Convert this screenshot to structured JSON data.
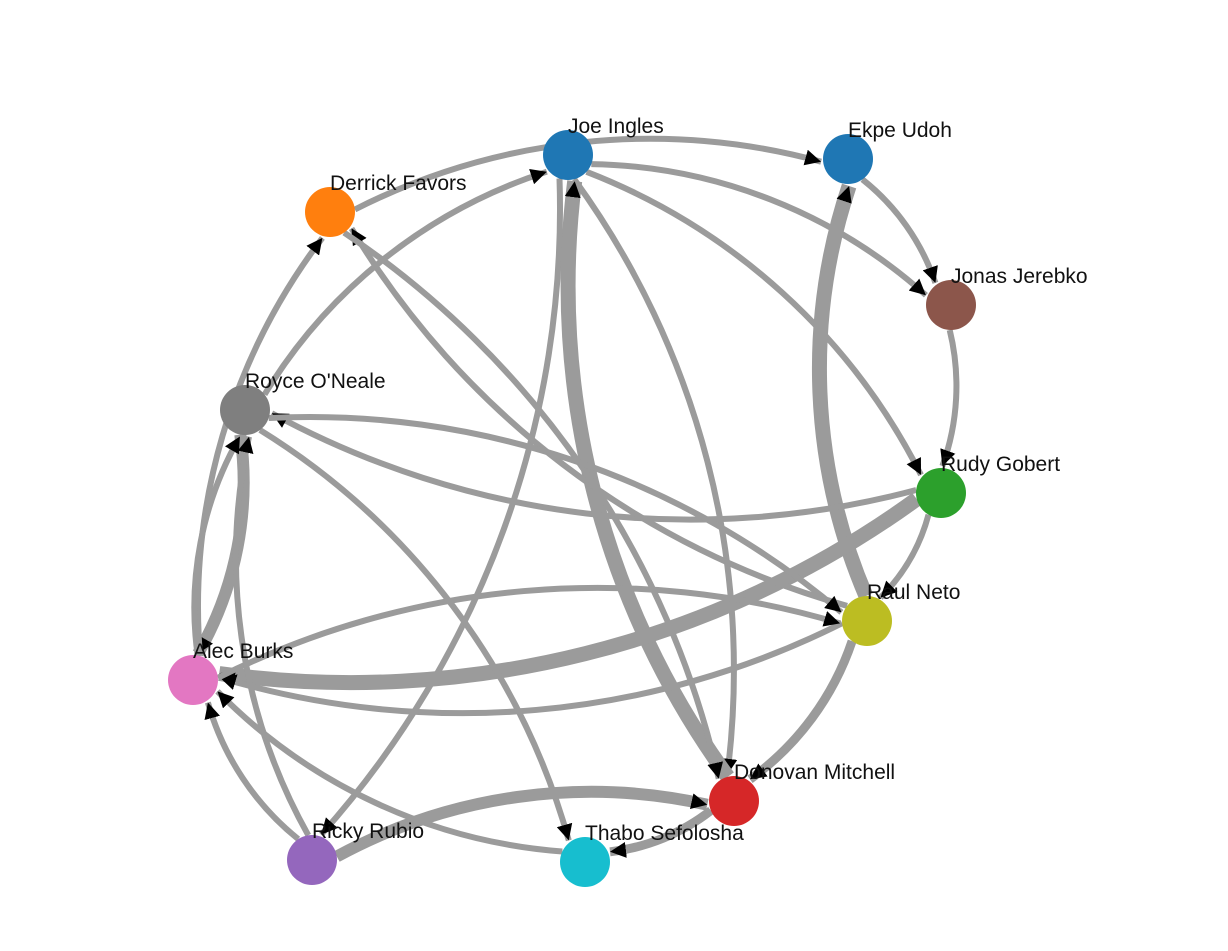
{
  "diagram": {
    "type": "directed-network",
    "edge_color": "#9b9b9b",
    "arrow_color": "#000000",
    "nodes": [
      {
        "id": "joe",
        "label": "Joe Ingles",
        "color": "#1f77b4"
      },
      {
        "id": "ekpe",
        "label": "Ekpe Udoh",
        "color": "#1f77b4"
      },
      {
        "id": "derrick",
        "label": "Derrick Favors",
        "color": "#ff7f0e"
      },
      {
        "id": "jonas",
        "label": "Jonas Jerebko",
        "color": "#8c564b"
      },
      {
        "id": "royce",
        "label": "Royce O'Neale",
        "color": "#7f7f7f"
      },
      {
        "id": "rudy",
        "label": "Rudy Gobert",
        "color": "#2ca02c"
      },
      {
        "id": "raul",
        "label": "Raul Neto",
        "color": "#bcbd22"
      },
      {
        "id": "alec",
        "label": "Alec Burks",
        "color": "#e377c2"
      },
      {
        "id": "donovan",
        "label": "Donovan Mitchell",
        "color": "#d62728"
      },
      {
        "id": "ricky",
        "label": "Ricky Rubio",
        "color": "#9467bd"
      },
      {
        "id": "thabo",
        "label": "Thabo Sefolosha",
        "color": "#17becf"
      }
    ],
    "edges": [
      {
        "source": "derrick",
        "target": "ekpe",
        "weight": 2
      },
      {
        "source": "joe",
        "target": "jonas",
        "weight": 2
      },
      {
        "source": "joe",
        "target": "rudy",
        "weight": 2
      },
      {
        "source": "joe",
        "target": "donovan",
        "weight": 2
      },
      {
        "source": "joe",
        "target": "ricky",
        "weight": 2
      },
      {
        "source": "ekpe",
        "target": "jonas",
        "weight": 2
      },
      {
        "source": "donovan",
        "target": "joe",
        "weight": 5
      },
      {
        "source": "raul",
        "target": "ekpe",
        "weight": 5
      },
      {
        "source": "jonas",
        "target": "rudy",
        "weight": 2
      },
      {
        "source": "rudy",
        "target": "alec",
        "weight": 5
      },
      {
        "source": "rudy",
        "target": "royce",
        "weight": 2
      },
      {
        "source": "rudy",
        "target": "raul",
        "weight": 2
      },
      {
        "source": "raul",
        "target": "derrick",
        "weight": 2
      },
      {
        "source": "raul",
        "target": "alec",
        "weight": 2
      },
      {
        "source": "raul",
        "target": "donovan",
        "weight": 3
      },
      {
        "source": "derrick",
        "target": "donovan",
        "weight": 2
      },
      {
        "source": "royce",
        "target": "joe",
        "weight": 2
      },
      {
        "source": "royce",
        "target": "raul",
        "weight": 2
      },
      {
        "source": "royce",
        "target": "thabo",
        "weight": 2
      },
      {
        "source": "royce",
        "target": "alec",
        "weight": 4
      },
      {
        "source": "alec",
        "target": "derrick",
        "weight": 2
      },
      {
        "source": "alec",
        "target": "royce",
        "weight": 2
      },
      {
        "source": "alec",
        "target": "raul",
        "weight": 2
      },
      {
        "source": "ricky",
        "target": "royce",
        "weight": 2
      },
      {
        "source": "ricky",
        "target": "alec",
        "weight": 2
      },
      {
        "source": "ricky",
        "target": "donovan",
        "weight": 4
      },
      {
        "source": "thabo",
        "target": "alec",
        "weight": 2
      },
      {
        "source": "donovan",
        "target": "thabo",
        "weight": 3
      }
    ]
  }
}
